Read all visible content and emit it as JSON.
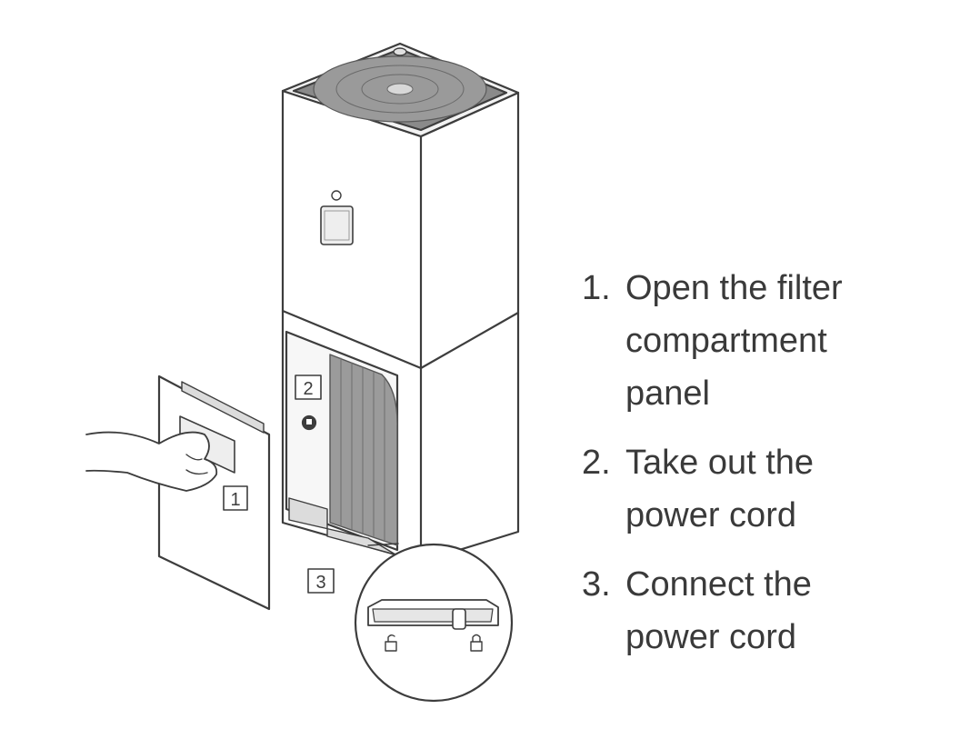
{
  "illustration": {
    "callout_1": "1",
    "callout_2": "2",
    "callout_3": "3"
  },
  "steps": [
    {
      "number": "1.",
      "text": "Open the filter\ncompartment\npanel"
    },
    {
      "number": "2.",
      "text": "Take out the\npower cord"
    },
    {
      "number": "3.",
      "text": "Connect the\npower cord"
    }
  ]
}
